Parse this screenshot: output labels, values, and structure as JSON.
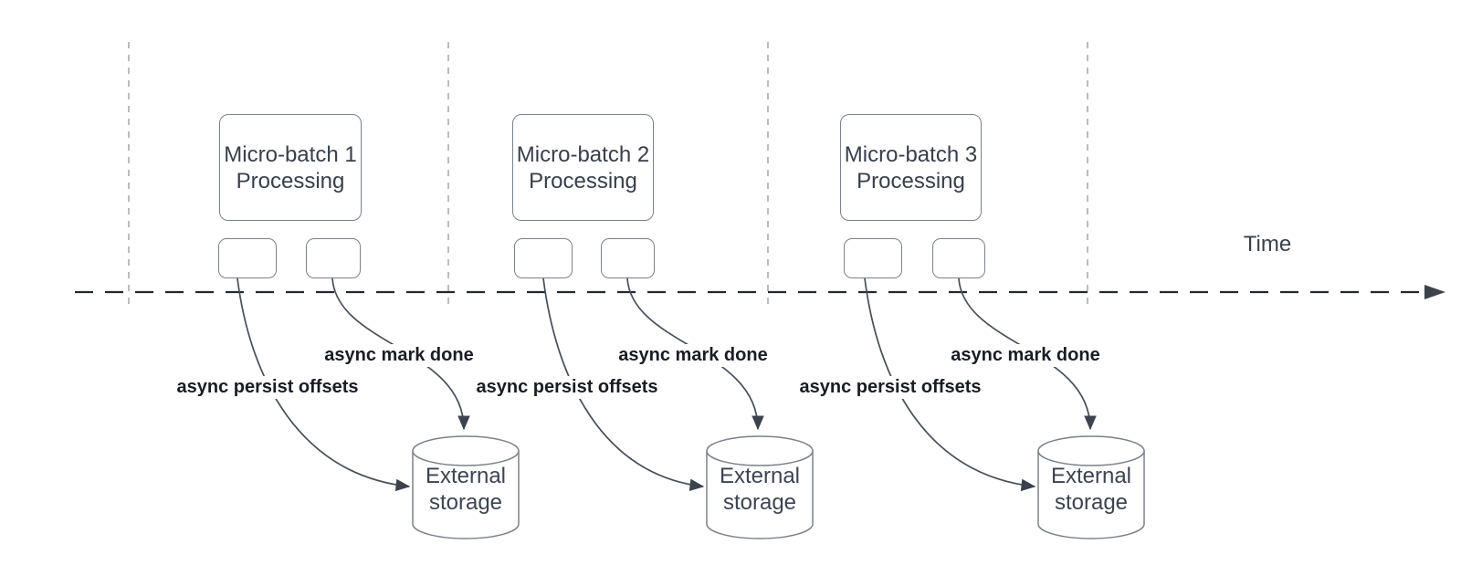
{
  "time_axis": {
    "label": "Time"
  },
  "panels": [
    {
      "process_label": "Micro-batch 1\nProcessing",
      "persist_label": "async persist offsets",
      "mark_done_label": "async mark done",
      "storage_label": "External\nstorage"
    },
    {
      "process_label": "Micro-batch 2\nProcessing",
      "persist_label": "async persist offsets",
      "mark_done_label": "async mark done",
      "storage_label": "External\nstorage"
    },
    {
      "process_label": "Micro-batch 3\nProcessing",
      "persist_label": "async persist offsets",
      "mark_done_label": "async mark done",
      "storage_label": "External\nstorage"
    }
  ],
  "colors": {
    "background": "#ffffff",
    "shape_border": "#7b8289",
    "shape_text": "#3d4450",
    "edge_stroke": "#474f58",
    "edge_label_text": "#181d24",
    "time_axis_stroke": "#23272f",
    "arrowhead_fill": "#3c434d",
    "divider_stroke": "#aaadb1"
  }
}
